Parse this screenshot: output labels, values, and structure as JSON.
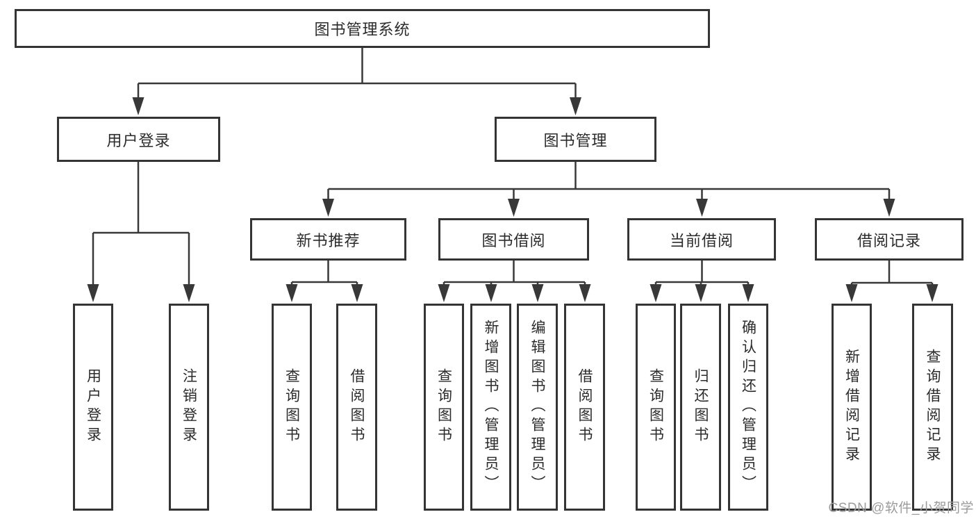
{
  "diagram": {
    "title": "图书管理系统",
    "level2": {
      "user_login": "用户登录",
      "book_management": "图书管理"
    },
    "level3": {
      "new_book_recommendation": "新书推荐",
      "book_borrowing": "图书借阅",
      "current_borrowing": "当前借阅",
      "borrowing_records": "借阅记录"
    },
    "leaves": {
      "user_login": "用户登录",
      "logout_login": "注销登录",
      "recommend_query_books": "查询图书",
      "recommend_borrow_books": "借阅图书",
      "borrowing_query_books": "查询图书",
      "borrowing_add_books_admin": "新增图书（管理员）",
      "borrowing_edit_books_admin": "编辑图书（管理员）",
      "borrowing_borrow_books": "借阅图书",
      "current_query_books": "查询图书",
      "current_return_books": "归还图书",
      "current_confirm_return_admin": "确认归还（管理员）",
      "records_add_borrow_record": "新增借阅记录",
      "records_query_borrow_record": "查询借阅记录"
    },
    "watermark": "CSDN @软件_小贺同学",
    "colors": {
      "line": "#383838",
      "box_border": "#343434",
      "text": "#2b2b2b",
      "watermark_text": "#9b9b9b",
      "background": "#ffffff"
    }
  }
}
